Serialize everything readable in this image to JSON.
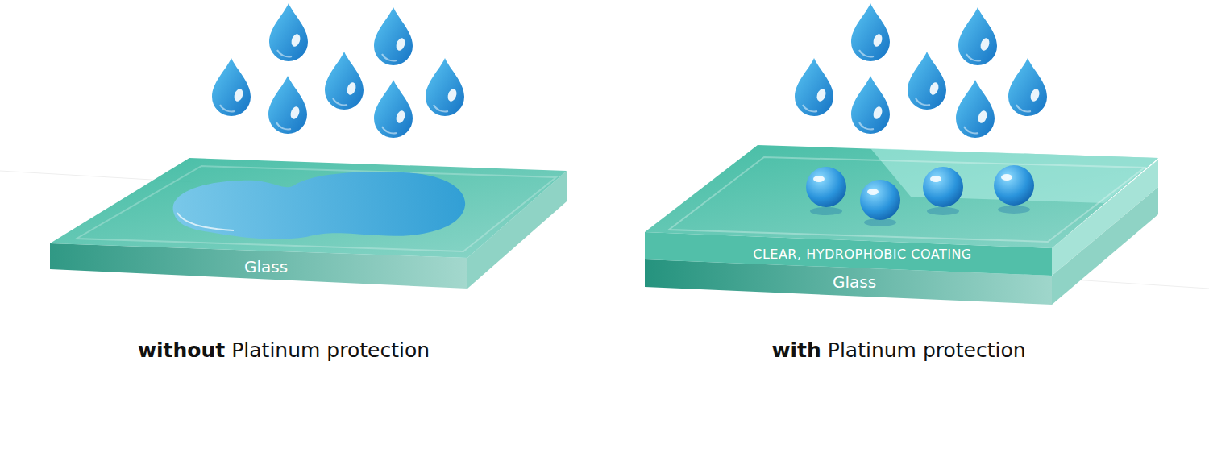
{
  "diagram": {
    "nodes": [
      {
        "text": [
          "Glass"
        ]
      },
      {
        "text": [
          "CLEAR, HYDROPHOBIC COATING"
        ]
      },
      {
        "text": [
          "Glass"
        ]
      }
    ],
    "labels": [
      "without",
      "Platinum protection",
      "with",
      "Platinum protection"
    ]
  }
}
